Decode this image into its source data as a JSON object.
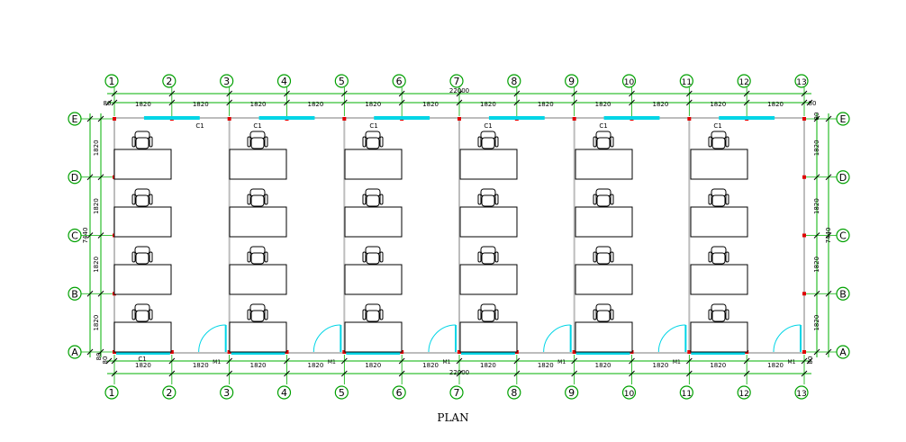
{
  "drawing": {
    "title": "PLAN",
    "column_axes": [
      "1",
      "2",
      "3",
      "4",
      "5",
      "6",
      "7",
      "8",
      "9",
      "10",
      "11",
      "12",
      "13"
    ],
    "row_axes": [
      "E",
      "D",
      "C",
      "B",
      "A"
    ],
    "span_dim": "1820",
    "edge_dim": "80",
    "total_width": "22000",
    "total_depth": "7440",
    "window_label": "C1",
    "door_label": "M1",
    "colors": {
      "axis_bubble": "#00a000",
      "dimension": "#00b000",
      "window": "#00d5e6",
      "wall_node": "#e00000",
      "furniture": "#000000"
    }
  }
}
